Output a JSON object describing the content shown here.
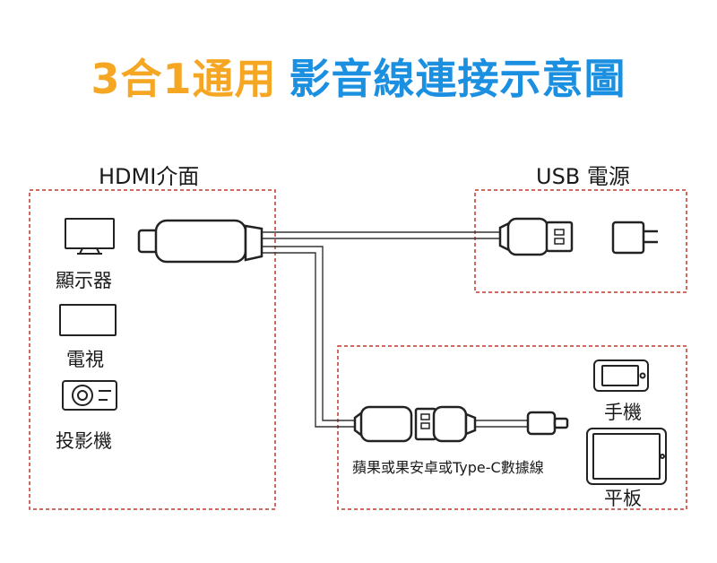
{
  "title": {
    "part1": "3合1通用",
    "part2": "影音線連接示意圖"
  },
  "colors": {
    "title_orange": "#f5a623",
    "title_blue": "#1b8fe0",
    "dashed_box": "#c0392b",
    "cable": "#333333"
  },
  "sections": {
    "hdmi": "HDMI介面",
    "usb_power": "USB 電源"
  },
  "devices": {
    "monitor": "顯示器",
    "tv": "電視",
    "projector": "投影機",
    "phone": "手機",
    "tablet": "平板"
  },
  "cable_label": "蘋果或果安卓或Type-C數據線",
  "icons": [
    "monitor-icon",
    "tv-icon",
    "projector-icon",
    "hdmi-plug-icon",
    "usb-plug-icon",
    "power-adapter-icon",
    "phone-icon",
    "tablet-icon",
    "lightning-plug-icon"
  ]
}
